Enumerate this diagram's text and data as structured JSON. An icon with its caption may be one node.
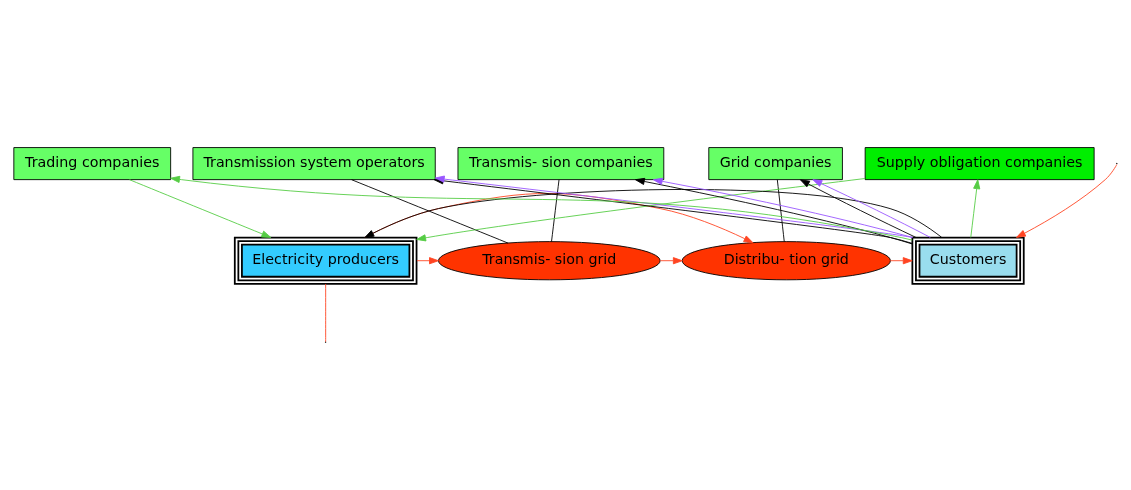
{
  "diagram": {
    "nodes": [
      {
        "text": [
          "Electricity producers"
        ]
      },
      {
        "text": [
          "Transmission system operators"
        ]
      },
      {
        "text": [
          "Transmis- sion companies"
        ]
      },
      {
        "text": [
          "Grid companies"
        ]
      },
      {
        "text": [
          "Trading companies"
        ]
      },
      {
        "text": [
          "Supply obligation companies"
        ]
      },
      {
        "text": [
          "Transmis- sion grid"
        ]
      },
      {
        "text": [
          "Distribu- tion grid"
        ]
      },
      {
        "text": [
          "Customers"
        ]
      }
    ],
    "edges": [
      {
        "from": 5,
        "to": 0,
        "arrow": "to",
        "color": "#55cc44"
      },
      {
        "from": 4,
        "to": 0,
        "arrow": "to",
        "color": "#55cc44"
      },
      {
        "from": 8,
        "to": 0,
        "arrow": "to"
      },
      {
        "from": 8,
        "to": 1,
        "arrow": "to"
      },
      {
        "from": 8,
        "to": 2,
        "arrow": "to"
      },
      {
        "from": 8,
        "to": 3,
        "arrow": "to"
      },
      {
        "from": 8,
        "to": 1,
        "arrow": "to",
        "color": "#9955ff"
      },
      {
        "from": 8,
        "to": 2,
        "arrow": "to",
        "color": "#9955ff"
      },
      {
        "from": 8,
        "to": 3,
        "arrow": "to",
        "color": "#9955ff"
      },
      {
        "from": 8,
        "to": 4,
        "arrow": "to",
        "color": "#55cc44"
      },
      {
        "from": 8,
        "to": 5,
        "arrow": "to",
        "color": "#55cc44"
      },
      {
        "from": 1,
        "to": 6,
        "arrow": "none"
      },
      {
        "from": 2,
        "to": 6,
        "arrow": "none"
      },
      {
        "from": 3,
        "to": 7,
        "arrow": "none"
      },
      {
        "from": 0,
        "to": 6,
        "arrow": "to",
        "color": "#ff4422"
      },
      {
        "from": 6,
        "to": 7,
        "arrow": "to",
        "color": "#ff4422"
      },
      {
        "from": 7,
        "to": 8,
        "arrow": "to",
        "color": "#ff4422"
      },
      {
        "from": 0,
        "to": 7,
        "arrow": "to",
        "color": "#ff4422"
      },
      {
        "from": 0,
        "to": null,
        "arrow": "none",
        "color": "#ff4422"
      },
      {
        "from": null,
        "to": 8,
        "arrow": "to",
        "color": "#ff4422"
      }
    ]
  }
}
